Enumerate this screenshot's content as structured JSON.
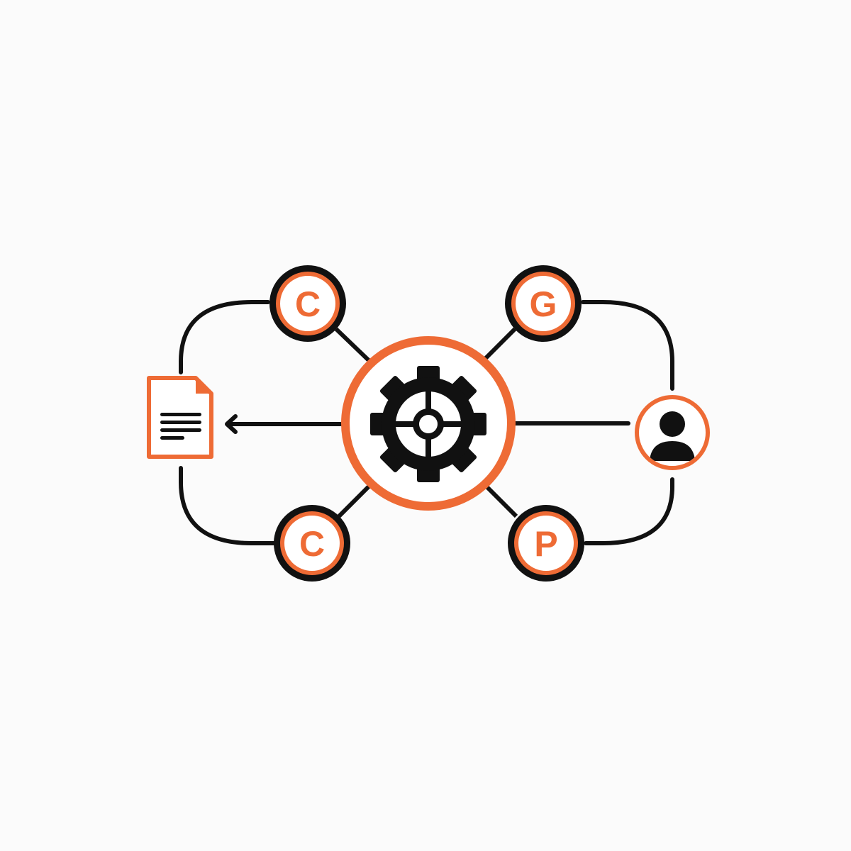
{
  "diagram": {
    "colors": {
      "accent": "#ee6b35",
      "line": "#111111",
      "background": "#fbfbfb",
      "node_fill": "#ffffff"
    },
    "hub": {
      "icon": "gear-crosshair-icon"
    },
    "nodes": [
      {
        "id": "top-left",
        "letter": "C"
      },
      {
        "id": "top-right",
        "letter": "G"
      },
      {
        "id": "bottom-left",
        "letter": "C"
      },
      {
        "id": "bottom-right",
        "letter": "P"
      }
    ],
    "input": {
      "icon": "user-icon"
    },
    "output": {
      "icon": "document-icon"
    }
  }
}
